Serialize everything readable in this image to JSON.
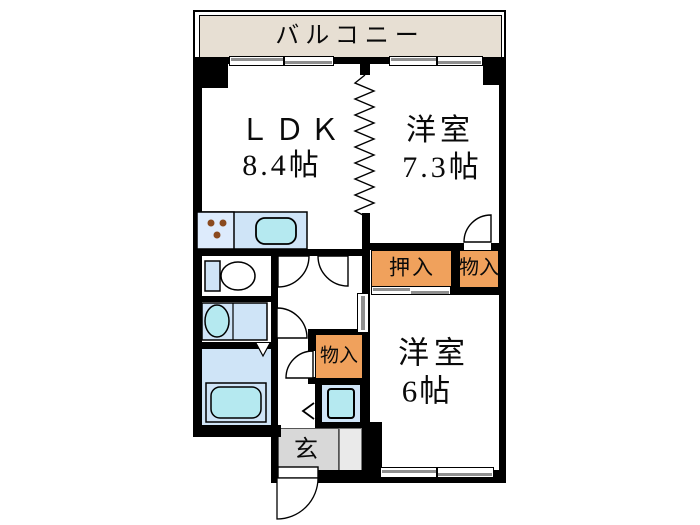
{
  "balcony": {
    "label": "バルコニー"
  },
  "rooms": {
    "ldk": {
      "name": "ＬＤＫ",
      "size": "8.4帖"
    },
    "western_7_3": {
      "name": "洋室",
      "size": "7.3帖"
    },
    "western_6": {
      "name": "洋室",
      "size": "6帖"
    }
  },
  "storage": {
    "oshiire": "押入",
    "monoire_upper": "物入",
    "monoire_lower": "物入"
  },
  "entrance": {
    "label": "玄"
  },
  "colors": {
    "wall": "#000000",
    "balcony_fill": "#e7dfd3",
    "closet_fill": "#f0a15c",
    "fixture_fill": "#cfe4f7",
    "water_fill": "#b5e9f0",
    "genkan_fill": "#d8d8d8",
    "genkan_step_fill": "#eaeaea",
    "window_gray": "#8f8f8f"
  }
}
